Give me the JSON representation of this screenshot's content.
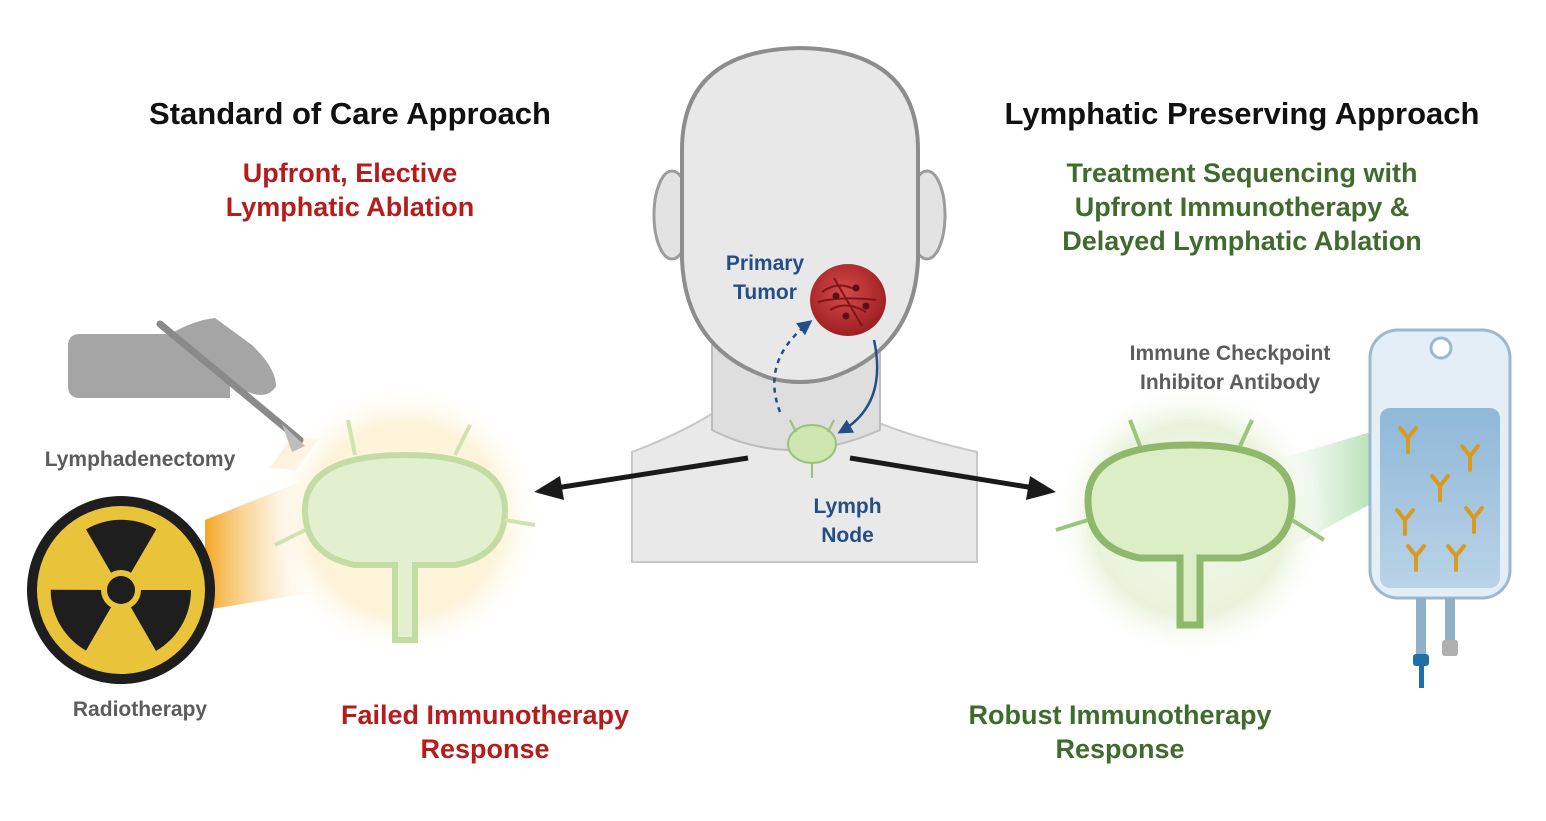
{
  "left_panel": {
    "heading": "Standard of Care Approach",
    "subtitle_line1": "Upfront, Elective",
    "subtitle_line2": "Lymphatic Ablation",
    "tool_label_1": "Lymphadenectomy",
    "tool_label_2": "Radiotherapy",
    "outcome_line1": "Failed Immunotherapy",
    "outcome_line2": "Response"
  },
  "right_panel": {
    "heading": "Lymphatic Preserving Approach",
    "subtitle_line1": "Treatment Sequencing with",
    "subtitle_line2": "Upfront Immunotherapy &",
    "subtitle_line3": "Delayed Lymphatic Ablation",
    "drug_label_line1": "Immune Checkpoint",
    "drug_label_line2": "Inhibitor Antibody",
    "outcome_line1": "Robust Immunotherapy",
    "outcome_line2": "Response"
  },
  "center": {
    "tumor_label_line1": "Primary",
    "tumor_label_line2": "Tumor",
    "node_label_line1": "Lymph",
    "node_label_line2": "Node"
  },
  "colors": {
    "red": "#b51c1c",
    "green": "#3f6b2c",
    "navy": "#234f86",
    "radiation_yellow": "#e9c43a",
    "node_green": "#c6e3a4"
  }
}
